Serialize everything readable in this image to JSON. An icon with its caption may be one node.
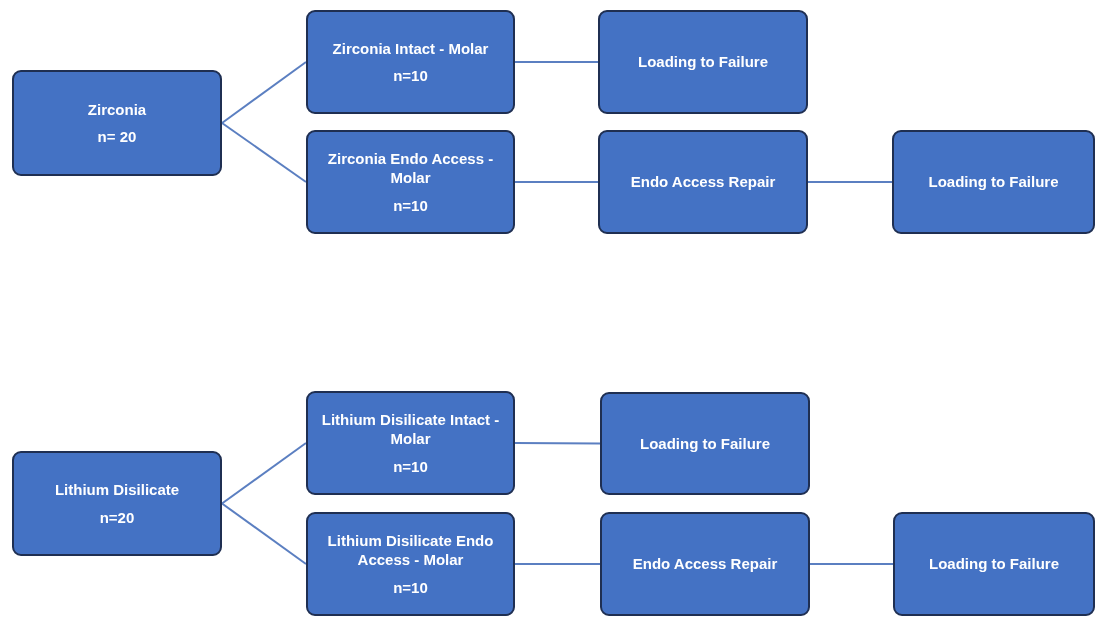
{
  "diagram": {
    "nodes": [
      {
        "text": [
          "Zirconia",
          "n= 20"
        ]
      },
      {
        "text": [
          "Zirconia Intact - Molar",
          "n=10"
        ]
      },
      {
        "text": [
          "Zirconia Endo Access - Molar",
          "n=10"
        ]
      },
      {
        "text": [
          "Loading to Failure"
        ]
      },
      {
        "text": [
          "Endo Access Repair"
        ]
      },
      {
        "text": [
          "Loading to Failure"
        ]
      },
      {
        "text": [
          "Lithium Disilicate",
          "n=20"
        ]
      },
      {
        "text": [
          "Lithium Disilicate Intact - Molar",
          "n=10"
        ]
      },
      {
        "text": [
          "Lithium Disilicate Endo Access - Molar",
          "n=10"
        ]
      },
      {
        "text": [
          "Loading to Failure"
        ]
      },
      {
        "text": [
          "Endo Access Repair"
        ]
      },
      {
        "text": [
          "Loading to Failure"
        ]
      }
    ],
    "edges": [
      {
        "from": 0,
        "to": 1,
        "arrow": "none"
      },
      {
        "from": 0,
        "to": 2,
        "arrow": "none"
      },
      {
        "from": 1,
        "to": 3,
        "arrow": "none"
      },
      {
        "from": 2,
        "to": 4,
        "arrow": "none"
      },
      {
        "from": 4,
        "to": 5,
        "arrow": "none"
      },
      {
        "from": 6,
        "to": 7,
        "arrow": "none"
      },
      {
        "from": 6,
        "to": 8,
        "arrow": "none"
      },
      {
        "from": 7,
        "to": 9,
        "arrow": "none"
      },
      {
        "from": 8,
        "to": 10,
        "arrow": "none"
      },
      {
        "from": 10,
        "to": 11,
        "arrow": "none"
      }
    ]
  }
}
